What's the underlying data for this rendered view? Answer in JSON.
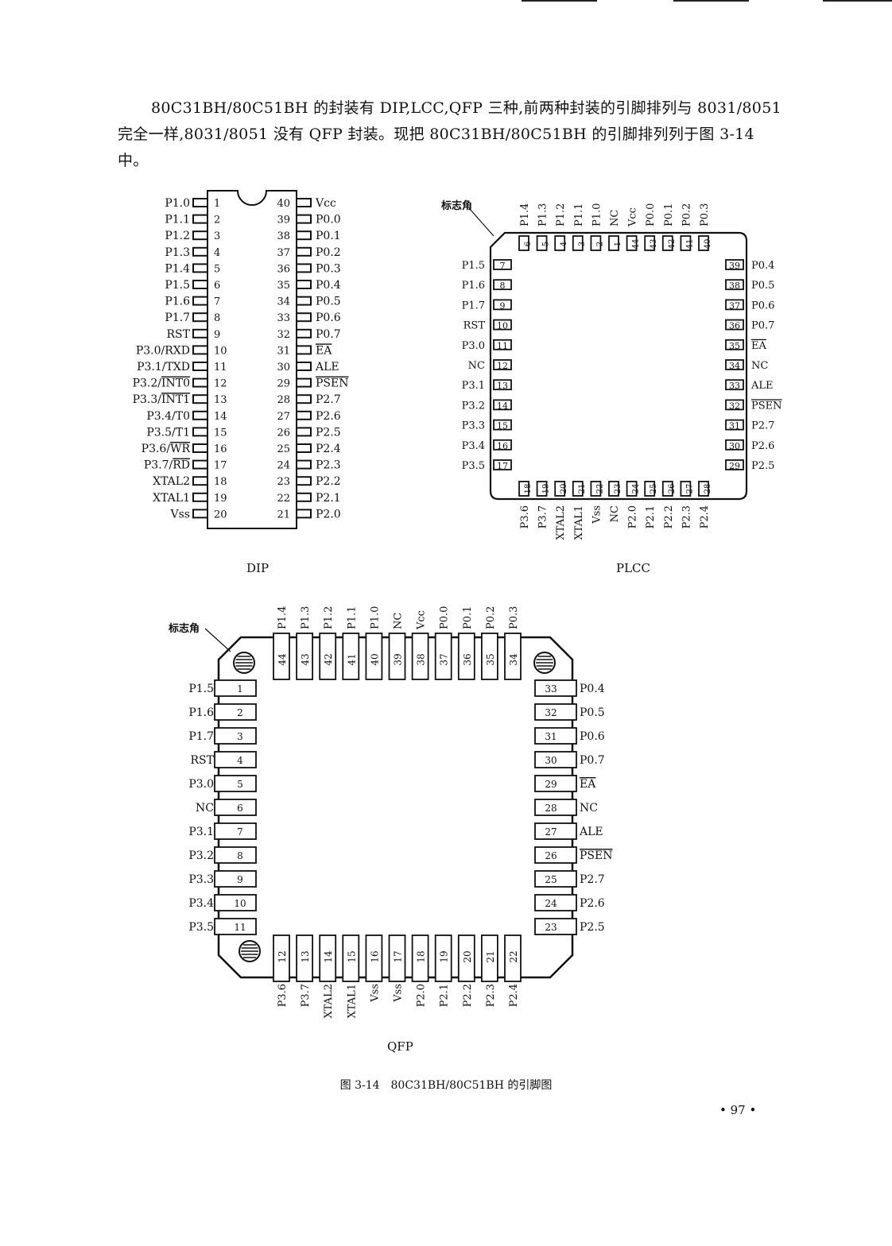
{
  "intro_text": "80C31BH/80C51BH 的封装有 DIP,LCC,QFP 三种,前两种封装的引脚排列与 8031/8051 完全一样,8031/8051 没有 QFP 封装。现把 80C31BH/80C51BH 的引脚排列列于图 3-14 中。",
  "dip": {
    "caption": "DIP",
    "left_pins": [
      {
        "n": "1",
        "name": "P1.0"
      },
      {
        "n": "2",
        "name": "P1.1"
      },
      {
        "n": "3",
        "name": "P1.2"
      },
      {
        "n": "4",
        "name": "P1.3"
      },
      {
        "n": "5",
        "name": "P1.4"
      },
      {
        "n": "6",
        "name": "P1.5"
      },
      {
        "n": "7",
        "name": "P1.6"
      },
      {
        "n": "8",
        "name": "P1.7"
      },
      {
        "n": "9",
        "name": "RST"
      },
      {
        "n": "10",
        "name": "P3.0/RXD"
      },
      {
        "n": "11",
        "name": "P3.1/TXD"
      },
      {
        "n": "12",
        "name": "P3.2/INT0"
      },
      {
        "n": "13",
        "name": "P3.3/INT1"
      },
      {
        "n": "14",
        "name": "P3.4/T0"
      },
      {
        "n": "15",
        "name": "P3.5/T1"
      },
      {
        "n": "16",
        "name": "P3.6/WR"
      },
      {
        "n": "17",
        "name": "P3.7/RD"
      },
      {
        "n": "18",
        "name": "XTAL2"
      },
      {
        "n": "19",
        "name": "XTAL1"
      },
      {
        "n": "20",
        "name": "Vss"
      }
    ],
    "right_pins": [
      {
        "n": "40",
        "name": "Vcc"
      },
      {
        "n": "39",
        "name": "P0.0"
      },
      {
        "n": "38",
        "name": "P0.1"
      },
      {
        "n": "37",
        "name": "P0.2"
      },
      {
        "n": "36",
        "name": "P0.3"
      },
      {
        "n": "35",
        "name": "P0.4"
      },
      {
        "n": "34",
        "name": "P0.5"
      },
      {
        "n": "33",
        "name": "P0.6"
      },
      {
        "n": "32",
        "name": "P0.7"
      },
      {
        "n": "31",
        "name": "EA"
      },
      {
        "n": "30",
        "name": "ALE"
      },
      {
        "n": "29",
        "name": "PSEN"
      },
      {
        "n": "28",
        "name": "P2.7"
      },
      {
        "n": "27",
        "name": "P2.6"
      },
      {
        "n": "26",
        "name": "P2.5"
      },
      {
        "n": "25",
        "name": "P2.4"
      },
      {
        "n": "24",
        "name": "P2.3"
      },
      {
        "n": "23",
        "name": "P2.2"
      },
      {
        "n": "22",
        "name": "P2.1"
      },
      {
        "n": "21",
        "name": "P2.0"
      }
    ]
  },
  "plcc": {
    "caption": "PLCC",
    "corner_label": "标志角",
    "top_pins": [
      {
        "n": "6",
        "name": "P1.4"
      },
      {
        "n": "5",
        "name": "P1.3"
      },
      {
        "n": "4",
        "name": "P1.2"
      },
      {
        "n": "3",
        "name": "P1.1"
      },
      {
        "n": "2",
        "name": "P1.0"
      },
      {
        "n": "1",
        "name": "NC"
      },
      {
        "n": "44",
        "name": "Vcc"
      },
      {
        "n": "43",
        "name": "P0.0"
      },
      {
        "n": "42",
        "name": "P0.1"
      },
      {
        "n": "41",
        "name": "P0.2"
      },
      {
        "n": "40",
        "name": "P0.3"
      }
    ],
    "left_pins": [
      {
        "n": "7",
        "name": "P1.5"
      },
      {
        "n": "8",
        "name": "P1.6"
      },
      {
        "n": "9",
        "name": "P1.7"
      },
      {
        "n": "10",
        "name": "RST"
      },
      {
        "n": "11",
        "name": "P3.0"
      },
      {
        "n": "12",
        "name": "NC"
      },
      {
        "n": "13",
        "name": "P3.1"
      },
      {
        "n": "14",
        "name": "P3.2"
      },
      {
        "n": "15",
        "name": "P3.3"
      },
      {
        "n": "16",
        "name": "P3.4"
      },
      {
        "n": "17",
        "name": "P3.5"
      }
    ],
    "right_pins": [
      {
        "n": "39",
        "name": "P0.4"
      },
      {
        "n": "38",
        "name": "P0.5"
      },
      {
        "n": "37",
        "name": "P0.6"
      },
      {
        "n": "36",
        "name": "P0.7"
      },
      {
        "n": "35",
        "name": "EA"
      },
      {
        "n": "34",
        "name": "NC"
      },
      {
        "n": "33",
        "name": "ALE"
      },
      {
        "n": "32",
        "name": "PSEN"
      },
      {
        "n": "31",
        "name": "P2.7"
      },
      {
        "n": "30",
        "name": "P2.6"
      },
      {
        "n": "29",
        "name": "P2.5"
      }
    ],
    "bottom_pins": [
      {
        "n": "18",
        "name": "P3.6"
      },
      {
        "n": "19",
        "name": "P3.7"
      },
      {
        "n": "20",
        "name": "XTAL2"
      },
      {
        "n": "21",
        "name": "XTAL1"
      },
      {
        "n": "22",
        "name": "Vss"
      },
      {
        "n": "23",
        "name": "NC"
      },
      {
        "n": "24",
        "name": "P2.0"
      },
      {
        "n": "25",
        "name": "P2.1"
      },
      {
        "n": "26",
        "name": "P2.2"
      },
      {
        "n": "27",
        "name": "P2.3"
      },
      {
        "n": "28",
        "name": "P2.4"
      }
    ]
  },
  "qfp": {
    "caption": "QFP",
    "corner_label": "标志角",
    "top_pins": [
      {
        "n": "44",
        "name": "P1.4"
      },
      {
        "n": "43",
        "name": "P1.3"
      },
      {
        "n": "42",
        "name": "P1.2"
      },
      {
        "n": "41",
        "name": "P1.1"
      },
      {
        "n": "40",
        "name": "P1.0"
      },
      {
        "n": "39",
        "name": "NC"
      },
      {
        "n": "38",
        "name": "Vcc"
      },
      {
        "n": "37",
        "name": "P0.0"
      },
      {
        "n": "36",
        "name": "P0.1"
      },
      {
        "n": "35",
        "name": "P0.2"
      },
      {
        "n": "34",
        "name": "P0.3"
      }
    ],
    "left_pins": [
      {
        "n": "1",
        "name": "P1.5"
      },
      {
        "n": "2",
        "name": "P1.6"
      },
      {
        "n": "3",
        "name": "P1.7"
      },
      {
        "n": "4",
        "name": "RST"
      },
      {
        "n": "5",
        "name": "P3.0"
      },
      {
        "n": "6",
        "name": "NC"
      },
      {
        "n": "7",
        "name": "P3.1"
      },
      {
        "n": "8",
        "name": "P3.2"
      },
      {
        "n": "9",
        "name": "P3.3"
      },
      {
        "n": "10",
        "name": "P3.4"
      },
      {
        "n": "11",
        "name": "P3.5"
      }
    ],
    "right_pins": [
      {
        "n": "33",
        "name": "P0.4"
      },
      {
        "n": "32",
        "name": "P0.5"
      },
      {
        "n": "31",
        "name": "P0.6"
      },
      {
        "n": "30",
        "name": "P0.7"
      },
      {
        "n": "29",
        "name": "EA"
      },
      {
        "n": "28",
        "name": "NC"
      },
      {
        "n": "27",
        "name": "ALE"
      },
      {
        "n": "26",
        "name": "PSEN"
      },
      {
        "n": "25",
        "name": "P2.7"
      },
      {
        "n": "24",
        "name": "P2.6"
      },
      {
        "n": "23",
        "name": "P2.5"
      }
    ],
    "bottom_pins": [
      {
        "n": "12",
        "name": "P3.6"
      },
      {
        "n": "13",
        "name": "P3.7"
      },
      {
        "n": "14",
        "name": "XTAL2"
      },
      {
        "n": "15",
        "name": "XTAL1"
      },
      {
        "n": "16",
        "name": "Vss"
      },
      {
        "n": "17",
        "name": "Vss"
      },
      {
        "n": "18",
        "name": "P2.0"
      },
      {
        "n": "19",
        "name": "P2.1"
      },
      {
        "n": "20",
        "name": "P2.2"
      },
      {
        "n": "21",
        "name": "P2.3"
      },
      {
        "n": "22",
        "name": "P2.4"
      }
    ]
  },
  "figure_caption": "图 3-14　80C31BH/80C51BH 的引脚图",
  "page_number": "• 97 •"
}
